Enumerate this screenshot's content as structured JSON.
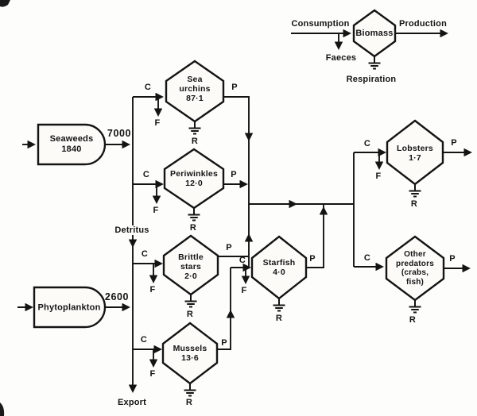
{
  "legend": {
    "consumption": "Consumption",
    "biomass": "Biomass",
    "production": "Production",
    "faeces": "Faeces",
    "respiration": "Respiration"
  },
  "letters": {
    "c": "C",
    "f": "F",
    "p": "P",
    "r": "R"
  },
  "labels": {
    "detritus": "Detritus",
    "export": "Export",
    "seaweeds_output": "7000",
    "phytoplankton_output": "2600"
  },
  "nodes": {
    "seaweeds": {
      "name": "Seaweeds",
      "value": "1840"
    },
    "phytoplankton": {
      "name": "Phytoplankton"
    },
    "sea_urchins": {
      "line1": "Sea",
      "line2": "urchins",
      "value": "87·1"
    },
    "periwinkles": {
      "line1": "Periwinkles",
      "value": "12·0"
    },
    "brittle_stars": {
      "line1": "Brittle",
      "line2": "stars",
      "value": "2·0"
    },
    "mussels": {
      "line1": "Mussels",
      "value": "13·6"
    },
    "starfish": {
      "line1": "Starfish",
      "value": "4·0"
    },
    "lobsters": {
      "line1": "Lobsters",
      "value": "1·7"
    },
    "other_predators": {
      "line1": "Other",
      "line2": "predators",
      "line3": "(crabs,",
      "line4": "fish)"
    }
  }
}
